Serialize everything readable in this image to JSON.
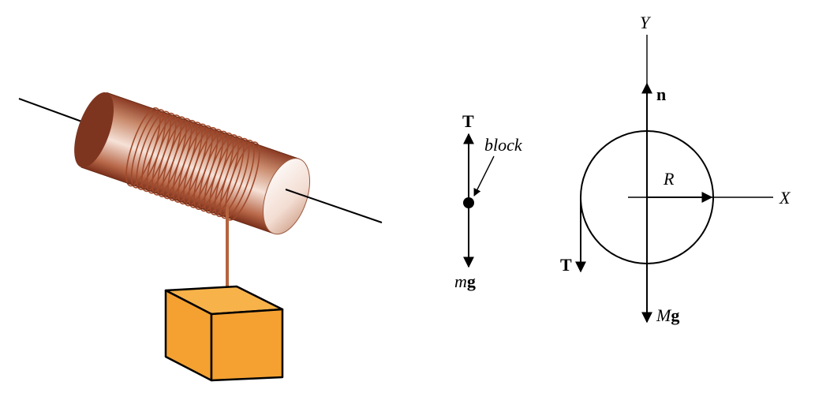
{
  "colors": {
    "cylinder_dark": "#8a3a22",
    "cylinder_light": "#f6e2d8",
    "coil": "#a0492b",
    "rope": "#b5643f",
    "block_front": "#f4a131",
    "block_top": "#f7b24a",
    "block_side": "#e48f1e",
    "ink": "#000000"
  },
  "block_fbd": {
    "tension_label": "T",
    "weight_m": "m",
    "weight_g": "g",
    "block_label": "block"
  },
  "pulley_fbd": {
    "y_axis_label": "Y",
    "x_axis_label": "X",
    "normal_label": "n",
    "radius_label": "R",
    "tension_label": "T",
    "weight_M": "M",
    "weight_g": "g"
  }
}
